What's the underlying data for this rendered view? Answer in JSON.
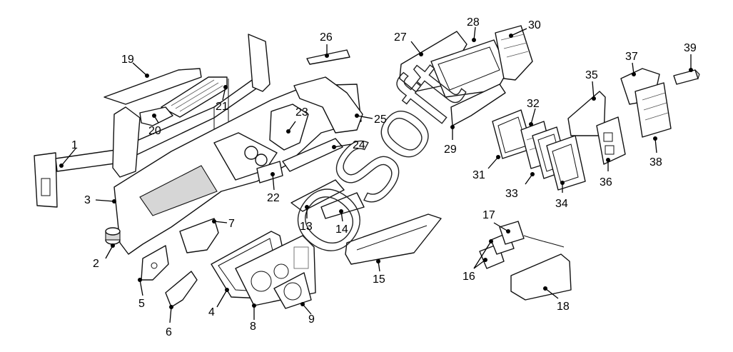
{
  "diagram": {
    "callouts": [
      {
        "id": "1",
        "label": "1"
      },
      {
        "id": "2",
        "label": "2"
      },
      {
        "id": "3",
        "label": "3"
      },
      {
        "id": "4",
        "label": "4"
      },
      {
        "id": "5",
        "label": "5"
      },
      {
        "id": "6",
        "label": "6"
      },
      {
        "id": "7",
        "label": "7"
      },
      {
        "id": "8",
        "label": "8"
      },
      {
        "id": "9",
        "label": "9"
      },
      {
        "id": "13",
        "label": "13"
      },
      {
        "id": "14",
        "label": "14"
      },
      {
        "id": "15",
        "label": "15"
      },
      {
        "id": "16",
        "label": "16"
      },
      {
        "id": "17",
        "label": "17"
      },
      {
        "id": "18",
        "label": "18"
      },
      {
        "id": "19",
        "label": "19"
      },
      {
        "id": "20",
        "label": "20"
      },
      {
        "id": "21",
        "label": "21"
      },
      {
        "id": "22",
        "label": "22"
      },
      {
        "id": "23",
        "label": "23"
      },
      {
        "id": "24",
        "label": "24"
      },
      {
        "id": "25",
        "label": "25"
      },
      {
        "id": "26",
        "label": "26"
      },
      {
        "id": "27",
        "label": "27"
      },
      {
        "id": "28",
        "label": "28"
      },
      {
        "id": "29",
        "label": "29"
      },
      {
        "id": "30",
        "label": "30"
      },
      {
        "id": "31",
        "label": "31"
      },
      {
        "id": "32",
        "label": "32"
      },
      {
        "id": "33",
        "label": "33"
      },
      {
        "id": "34",
        "label": "34"
      },
      {
        "id": "35",
        "label": "35"
      },
      {
        "id": "36",
        "label": "36"
      },
      {
        "id": "37",
        "label": "37"
      },
      {
        "id": "38",
        "label": "38"
      },
      {
        "id": "39",
        "label": "39"
      }
    ]
  },
  "watermark": {
    "text": "OSoft"
  }
}
